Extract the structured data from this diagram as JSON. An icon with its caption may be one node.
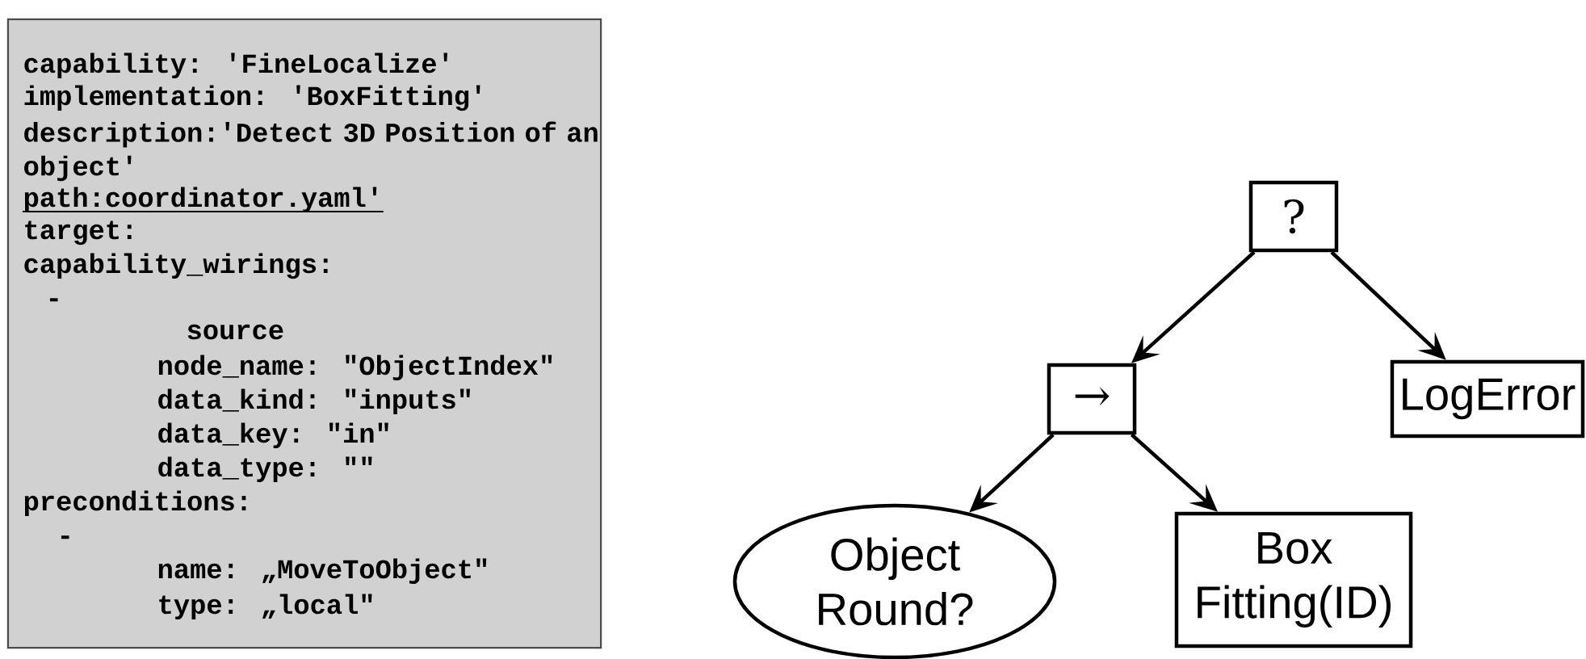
{
  "diagram": {
    "nodes": [
      {
        "text": [
          "capability: 'FineLocalize'",
          "implementation: 'BoxFitting'",
          "description:'Detect 3D Position of an object'",
          "path:coordinator.yaml'",
          "target:",
          "capability_wirings:",
          "-",
          "source",
          "node_name: \"ObjectIndex\"",
          "data_kind: \"inputs\"",
          "data_key: \"in\"",
          "data_type: \"\"",
          "preconditions:",
          "-",
          "name: „MoveToObject\"",
          "type: „local\""
        ]
      },
      {
        "text": [
          "?"
        ]
      },
      {
        "text": [
          "→"
        ]
      },
      {
        "text": [
          "LogError"
        ]
      },
      {
        "text": [
          "Object Round?"
        ]
      },
      {
        "text": [
          "Box Fitting(ID)"
        ]
      }
    ],
    "edges": [
      {
        "from": 1,
        "to": 2,
        "arrow": "to"
      },
      {
        "from": 1,
        "to": 3,
        "arrow": "to"
      },
      {
        "from": 2,
        "to": 4,
        "arrow": "to"
      },
      {
        "from": 2,
        "to": 5,
        "arrow": "to"
      }
    ]
  }
}
